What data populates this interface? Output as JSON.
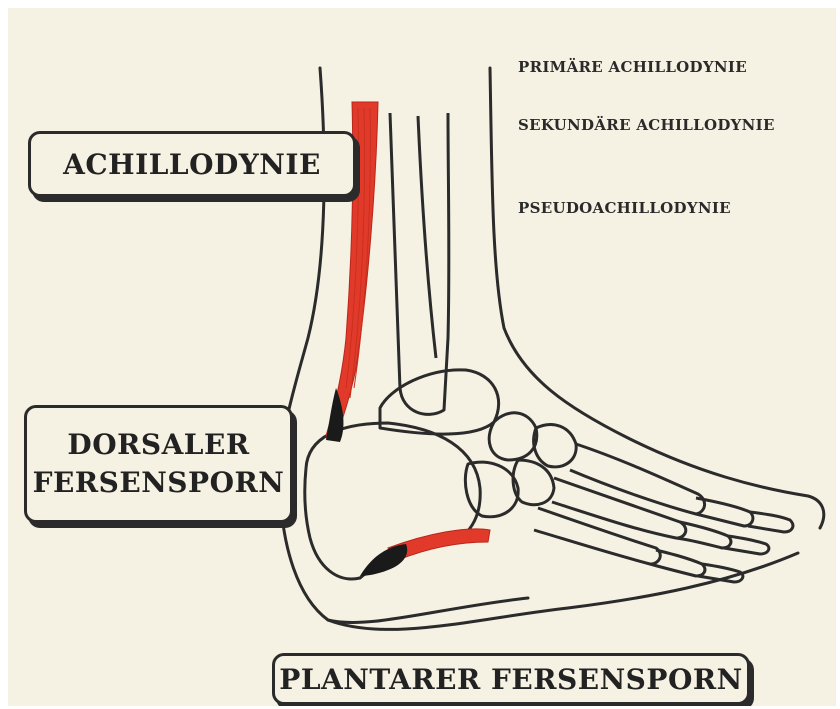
{
  "labels": {
    "achillodynie": "ACHILLODYNIE",
    "dorsaler_line1": "DORSALER",
    "dorsaler_line2": "FERSENSPORN",
    "plantarer": "PLANTARER FERSENSPORN"
  },
  "terms": [
    "PRIMÄRE ACHILLODYNIE",
    "SEKUNDÄRE ACHILLODYNIE",
    "PSEUDOACHILLODYNIE"
  ],
  "colors": {
    "background": "#f5f1e3",
    "outline": "#2b2b2b",
    "tendon_highlight": "#e23a2a",
    "spur": "#1a1a1a"
  }
}
